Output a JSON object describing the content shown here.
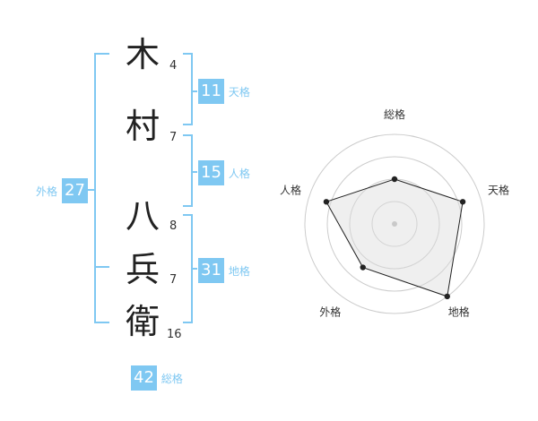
{
  "name": {
    "chars": [
      {
        "char": "木",
        "strokes": "4"
      },
      {
        "char": "村",
        "strokes": "7"
      },
      {
        "char": "八",
        "strokes": "8"
      },
      {
        "char": "兵",
        "strokes": "7"
      },
      {
        "char": "衛",
        "strokes": "16"
      }
    ]
  },
  "kaku": {
    "tenkaku": {
      "value": "11",
      "label": "天格"
    },
    "jinkaku": {
      "value": "15",
      "label": "人格"
    },
    "chikaku": {
      "value": "31",
      "label": "地格"
    },
    "gaikaku": {
      "value": "27",
      "label": "外格"
    },
    "soukaku": {
      "value": "42",
      "label": "総格"
    }
  },
  "colors": {
    "accent": "#7fc8f2",
    "text": "#222222",
    "ring": "#cccccc",
    "fill": "#f2f2f2"
  },
  "chart_data": {
    "type": "radar",
    "axes": [
      "総格",
      "天格",
      "地格",
      "外格",
      "人格"
    ],
    "values": [
      0.5,
      0.8,
      1.0,
      0.6,
      0.8
    ],
    "rings": 4,
    "max": 1.0
  }
}
